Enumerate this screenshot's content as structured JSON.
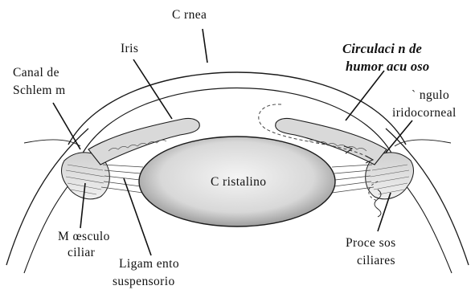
{
  "diagram": {
    "labels": {
      "cornea": "C rnea",
      "iris": "Iris",
      "canal_line1": "Canal de",
      "canal_line2": "Schlem m",
      "circulation_line1": "Circulaci n de",
      "circulation_line2": "humor acu oso",
      "angle_line1": "` ngulo",
      "angle_line2": "iridocorneal",
      "lens": "C ristalino",
      "muscle_line1": "M œsculo",
      "muscle_line2": "ciliar",
      "ligament_line1": "Ligam ento",
      "ligament_line2": "suspensorio",
      "processes_line1": "Proce sos",
      "processes_line2": "ciliares"
    },
    "colors": {
      "stroke": "#1a1a1a",
      "lens_fill": "#dcdcdc",
      "tissue_fill": "#e6e6e6",
      "iris_fill": "#d9d9d9"
    }
  }
}
